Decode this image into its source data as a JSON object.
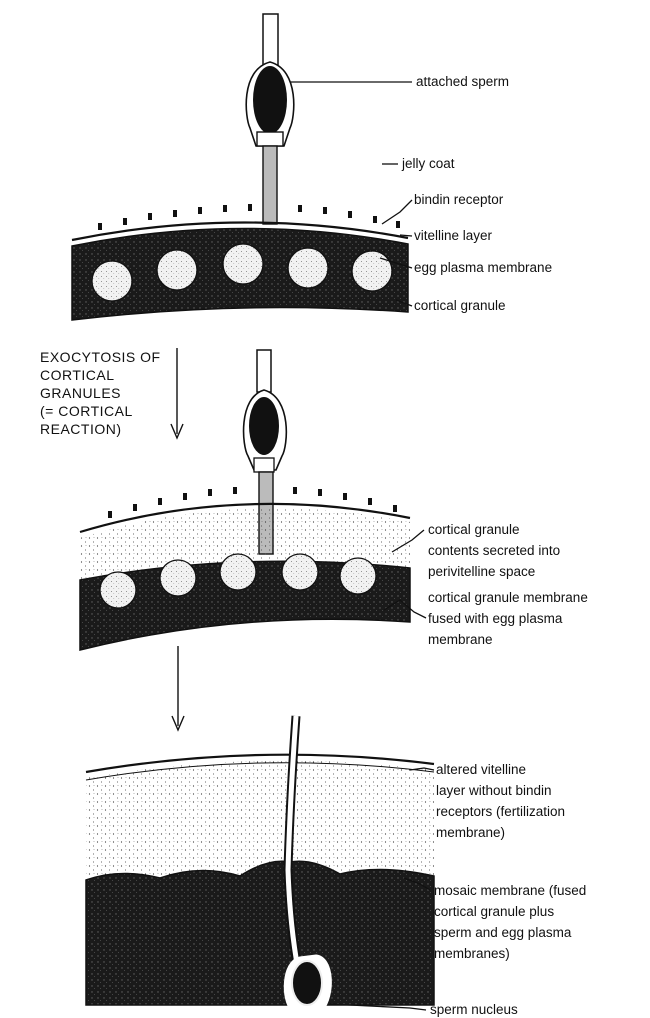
{
  "panel1": {
    "labels": {
      "attached_sperm": "attached sperm",
      "jelly_coat": "jelly coat",
      "bindin_receptor": "bindin receptor",
      "vitelline_layer": "vitelline layer",
      "egg_plasma_membrane": "egg plasma membrane",
      "cortical_granule": "cortical granule"
    }
  },
  "step1": {
    "lines": [
      "EXOCYTOSIS OF",
      "CORTICAL",
      "GRANULES",
      "(= CORTICAL",
      "REACTION)"
    ]
  },
  "panel2": {
    "secreted": [
      "cortical granule",
      "contents secreted into",
      "perivitelline space"
    ],
    "fused": [
      "cortical granule membrane",
      "fused with egg plasma",
      "membrane"
    ]
  },
  "panel3": {
    "altered": [
      "altered vitelline",
      "layer without bindin",
      "receptors (fertilization",
      "membrane)"
    ],
    "mosaic": [
      "mosaic membrane (fused",
      "cortical granule plus",
      "sperm and egg plasma",
      "membranes)"
    ],
    "sperm_nucleus": "sperm nucleus"
  }
}
